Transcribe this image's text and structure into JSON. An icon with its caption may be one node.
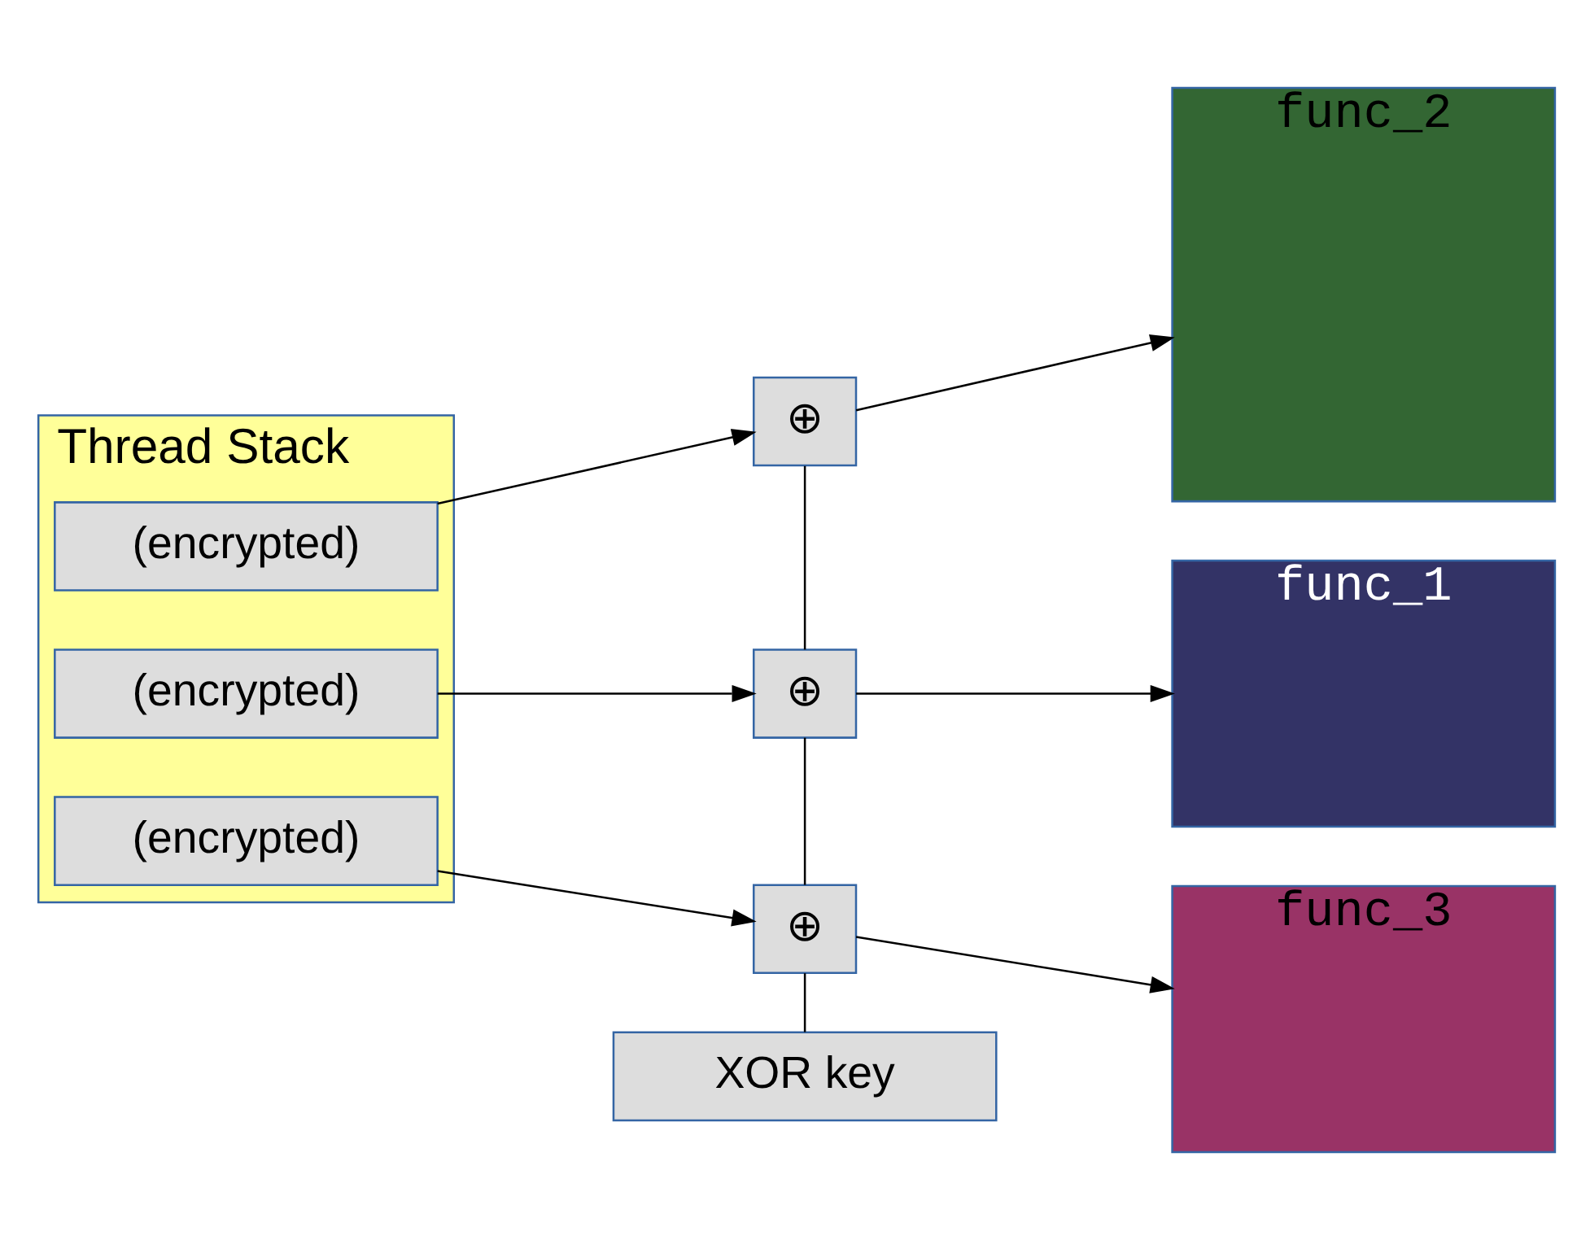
{
  "diagram": {
    "nodes": [
      {
        "text": [
          "Thread Stack"
        ]
      },
      {
        "text": [
          "(encrypted)"
        ],
        "in": 0
      },
      {
        "text": [
          "(encrypted)"
        ],
        "in": 0
      },
      {
        "text": [
          "(encrypted)"
        ],
        "in": 0
      },
      {
        "text": [
          "⊕"
        ]
      },
      {
        "text": [
          "⊕"
        ]
      },
      {
        "text": [
          "⊕"
        ]
      },
      {
        "text": [
          "XOR key"
        ]
      },
      {
        "text": [
          "func_1"
        ]
      },
      {
        "text": [
          "func_2"
        ]
      },
      {
        "text": [
          "func_3"
        ]
      }
    ],
    "edges": [
      {
        "from": 1,
        "to": 4,
        "arrow": "to"
      },
      {
        "from": 2,
        "to": 5,
        "arrow": "to"
      },
      {
        "from": 3,
        "to": 6,
        "arrow": "to"
      },
      {
        "from": 4,
        "to": 9,
        "arrow": "to"
      },
      {
        "from": 5,
        "to": 8,
        "arrow": "to"
      },
      {
        "from": 6,
        "to": 10,
        "arrow": "to"
      },
      {
        "from": 7,
        "to": 6,
        "arrow": "none"
      },
      {
        "from": 6,
        "to": 5,
        "arrow": "none"
      },
      {
        "from": 5,
        "to": 4,
        "arrow": "none"
      }
    ]
  }
}
